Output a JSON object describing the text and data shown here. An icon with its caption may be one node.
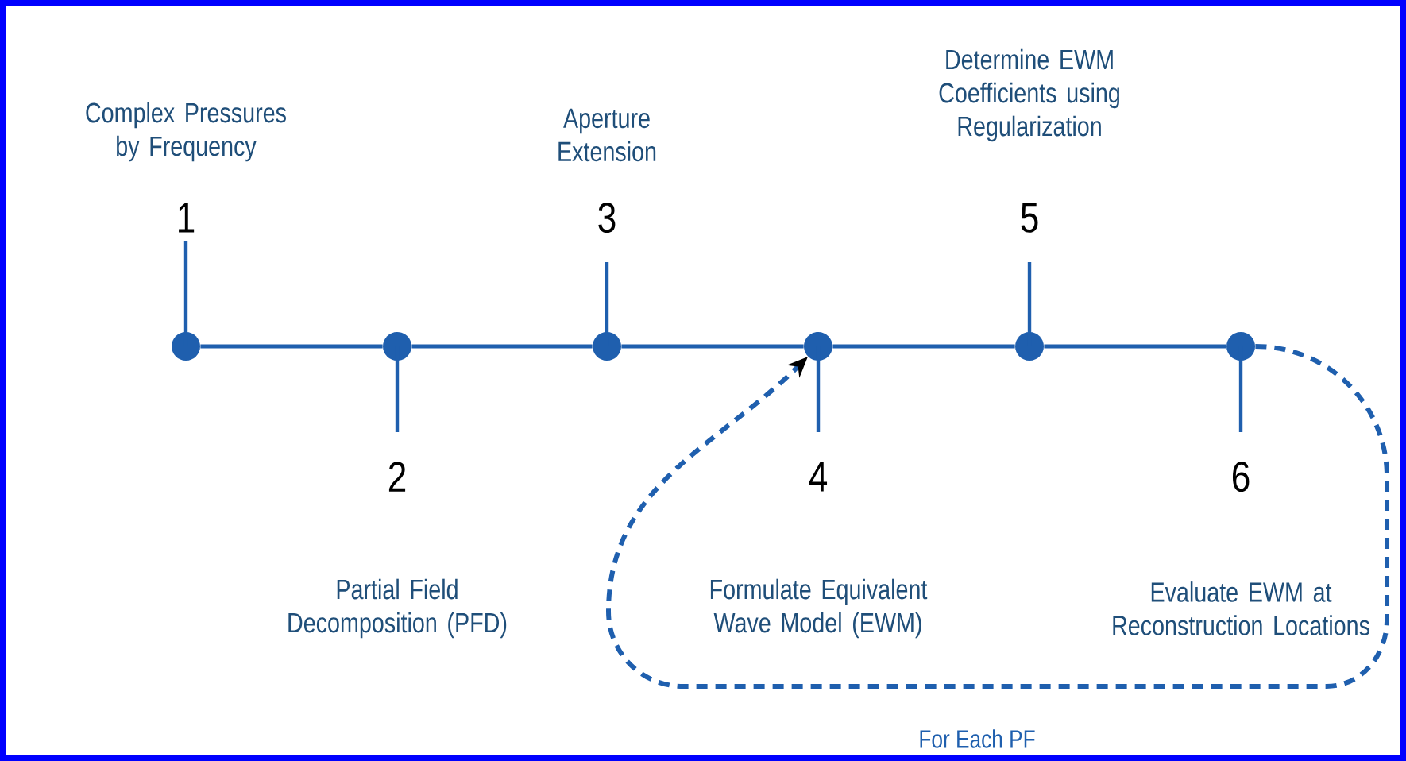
{
  "diagram": {
    "nodes": [
      {
        "text": [
          "Complex Pressures by Frequency",
          "1"
        ]
      },
      {
        "text": [
          "2",
          "Partial Field Decomposition (PFD)"
        ]
      },
      {
        "text": [
          "Aperture Extension",
          "3"
        ]
      },
      {
        "text": [
          "4",
          "Formulate Equivalent Wave Model (EWM)"
        ]
      },
      {
        "text": [
          "Determine EWM Coefficients using Regularization",
          "5"
        ]
      },
      {
        "text": [
          "6",
          "Evaluate EWM at Reconstruction Locations"
        ]
      }
    ],
    "edges": [
      {
        "from": 0,
        "to": 1,
        "arrow": "none"
      },
      {
        "from": 1,
        "to": 2,
        "arrow": "none"
      },
      {
        "from": 2,
        "to": 3,
        "arrow": "none"
      },
      {
        "from": 3,
        "to": 4,
        "arrow": "none"
      },
      {
        "from": 4,
        "to": 5,
        "arrow": "none"
      },
      {
        "from": 5,
        "to": 3,
        "arrow": "to",
        "style": "dashed",
        "label": "For Each PF"
      }
    ]
  }
}
